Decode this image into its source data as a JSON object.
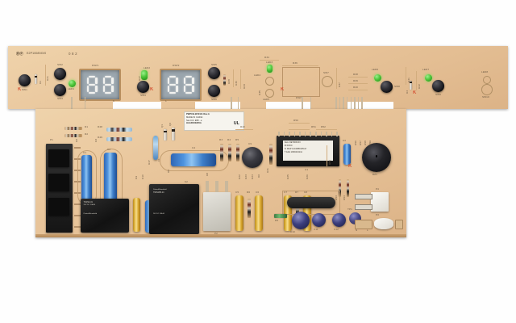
{
  "scene": {
    "subject": "appliance control printed circuit board photograph",
    "background_color": "#fefefe",
    "pcb_color": "#e9c69c"
  },
  "top_board": {
    "ul_mark": "UL",
    "ul_text": "E2P100894V0",
    "board_code": "082",
    "displays": [
      {
        "ref": "DSP1",
        "digits": "88"
      },
      {
        "ref": "DSP2",
        "digits": "88"
      },
      {
        "ref": "DSP3",
        "digits": ""
      }
    ],
    "switches": [
      {
        "ref": "SW1"
      },
      {
        "ref": "SW2"
      },
      {
        "ref": "SW3"
      },
      {
        "ref": "SW4"
      },
      {
        "ref": "SW5"
      },
      {
        "ref": "SW6"
      },
      {
        "ref": "SW7"
      },
      {
        "ref": "SW8"
      },
      {
        "ref": "SW9"
      },
      {
        "ref": "SW10"
      }
    ],
    "leds": [
      {
        "ref": "LED1",
        "color": "green"
      },
      {
        "ref": "LED2",
        "color": "green"
      },
      {
        "ref": "LED3",
        "color": "green"
      },
      {
        "ref": "LED4",
        "color": "unpopulated"
      },
      {
        "ref": "LED5",
        "color": "unpopulated"
      },
      {
        "ref": "LED6",
        "color": "green"
      },
      {
        "ref": "LED7",
        "color": "green"
      },
      {
        "ref": "LED8",
        "color": "unpopulated"
      }
    ],
    "silkscreen": [
      "D1",
      "D4",
      "R21",
      "R27",
      "R28",
      "R30",
      "R33",
      "R34",
      "R35",
      "R36",
      "R37",
      "R38",
      "R39",
      "R40",
      "R41",
      "R42",
      "R43",
      "R44",
      "R45",
      "R46",
      "R11",
      "R12",
      "R13",
      "R14",
      "R15",
      "R16",
      "R17",
      "R18",
      "R19",
      "R20",
      "R29"
    ],
    "k_marks": [
      "K",
      "K",
      "K",
      "K"
    ]
  },
  "bottom_board": {
    "label": {
      "line1": "PWPCB-W10111 Rev.A",
      "line2": "MADE IN CHINA",
      "line3": "Sev.Ctrl.  E95 ..e",
      "line4": "HAAR10029VA",
      "ul": "UL"
    },
    "connectors": [
      {
        "ref": "P1",
        "type": "8-pin header",
        "color": "black"
      },
      {
        "ref": "P2",
        "type": "5-pin block",
        "color": "grey"
      },
      {
        "ref": "P3",
        "type": "2-pin pads",
        "color": "white"
      },
      {
        "ref": "P4",
        "type": "3-pin header",
        "color": "white"
      }
    ],
    "relays": [
      {
        "ref": "K1",
        "part": "T92S0-31",
        "brand": "Potter&Brumfield",
        "text": "24V DC 10A M"
      },
      {
        "ref": "K2",
        "part": "T90N1B5-24",
        "brand": "Potter&Brumfield",
        "text": "24V DC 10A M"
      },
      {
        "ref": "K3",
        "part": "",
        "brand": "",
        "text": ""
      }
    ],
    "ic": {
      "ref": "U1",
      "line1": "DeLi DET90KON",
      "line2": "M       60X/0",
      "line3": "% MAP   11C2880105-M",
      "line4": "T  A2H   19604131/H"
    },
    "capacitors": [
      {
        "ref": "C1",
        "type": "electrolytic",
        "color": "blue"
      },
      {
        "ref": "C2",
        "type": "electrolytic",
        "color": "blue"
      },
      {
        "ref": "C3",
        "type": "electrolytic",
        "color": "blue"
      },
      {
        "ref": "C4",
        "type": "electrolytic",
        "color": "blue"
      },
      {
        "ref": "C5",
        "type": "film",
        "color": "yellow"
      },
      {
        "ref": "C6",
        "type": "film",
        "color": "yellow"
      },
      {
        "ref": "C7",
        "type": "film",
        "color": "yellow"
      },
      {
        "ref": "C8",
        "type": "film",
        "color": "yellow"
      },
      {
        "ref": "C9",
        "type": "electrolytic",
        "color": "black"
      },
      {
        "ref": "C10",
        "type": "electrolytic",
        "color": "dark-blue"
      },
      {
        "ref": "C11",
        "type": "electrolytic",
        "color": "dark-blue"
      },
      {
        "ref": "C12",
        "type": "electrolytic",
        "color": "dark-blue"
      }
    ],
    "buzzer": {
      "ref": "BZ1"
    },
    "trimpot": {
      "ref": "TP1"
    },
    "silkscreen": [
      "R1",
      "R2",
      "R3",
      "R4",
      "R5",
      "R6",
      "R7",
      "R8",
      "R9",
      "R10",
      "R22",
      "R23",
      "R24",
      "R25",
      "R26",
      "R31",
      "R32",
      "R47",
      "R48",
      "R49",
      "R50",
      "R51",
      "R52",
      "R53",
      "R54",
      "R55",
      "R56",
      "R57",
      "R58",
      "R59",
      "D2",
      "D3",
      "D5",
      "D6",
      "D7",
      "Q1",
      "Q2",
      "F1"
    ]
  }
}
